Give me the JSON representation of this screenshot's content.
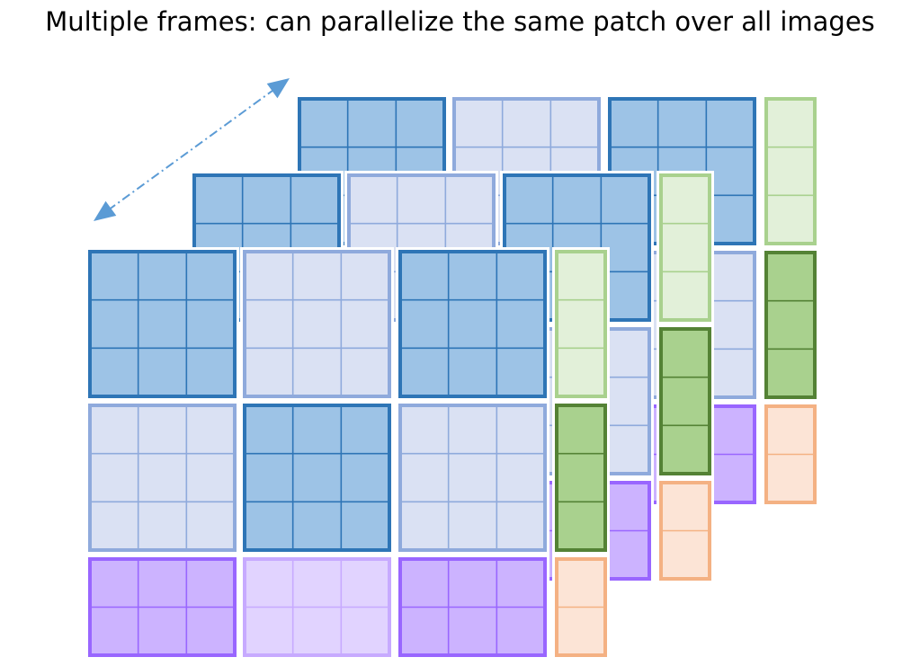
{
  "title": "Multiple frames: can parallelize the same patch over all images",
  "colors": {
    "blue_dark_border": "#2e75b6",
    "blue_dark_fill": "#9dc3e6",
    "blue_light_border": "#8faadc",
    "blue_light_fill": "#dae1f3",
    "green_light_border": "#a9d18e",
    "green_light_fill": "#e2f0d9",
    "green_dark_border": "#548235",
    "green_dark_fill": "#a9d18e",
    "purple_border": "#9966ff",
    "purple_fill": "#ccb3ff",
    "purple_light_border": "#c7aaff",
    "purple_light_fill": "#e1d3ff",
    "orange_border": "#f4b183",
    "orange_fill": "#fce4d6",
    "arrow": "#5b9bd5"
  },
  "frames": [
    {
      "name": "frame-back",
      "blocks": [
        {
          "kind": "blue_dark",
          "col": 0,
          "row": 0,
          "visible_rows": 3
        },
        {
          "kind": "blue_light",
          "col": 1,
          "row": 0,
          "visible_rows": 3
        },
        {
          "kind": "blue_dark",
          "col": 2,
          "row": 0,
          "visible_rows": 3
        },
        {
          "kind": "green_light",
          "col": 3,
          "row": 0,
          "visible_rows": 3
        },
        {
          "kind": "blue_light",
          "col": 2,
          "row": 1,
          "visible_rows": 3
        },
        {
          "kind": "green_dark",
          "col": 3,
          "row": 1,
          "visible_rows": 3
        },
        {
          "kind": "purple",
          "col": 2,
          "row": 2,
          "visible_rows": 2
        },
        {
          "kind": "orange",
          "col": 3,
          "row": 2,
          "visible_rows": 2
        }
      ]
    },
    {
      "name": "frame-middle",
      "blocks": [
        {
          "kind": "blue_dark",
          "col": 0,
          "row": 0,
          "visible_rows": 3
        },
        {
          "kind": "blue_light",
          "col": 1,
          "row": 0,
          "visible_rows": 3
        },
        {
          "kind": "blue_dark",
          "col": 2,
          "row": 0,
          "visible_rows": 3
        },
        {
          "kind": "green_light",
          "col": 3,
          "row": 0,
          "visible_rows": 3
        },
        {
          "kind": "blue_light",
          "col": 2,
          "row": 1,
          "visible_rows": 3
        },
        {
          "kind": "green_dark",
          "col": 3,
          "row": 1,
          "visible_rows": 3
        },
        {
          "kind": "purple",
          "col": 2,
          "row": 2,
          "visible_rows": 2
        },
        {
          "kind": "orange",
          "col": 3,
          "row": 2,
          "visible_rows": 2
        }
      ]
    },
    {
      "name": "frame-front",
      "blocks": [
        {
          "kind": "blue_dark",
          "col": 0,
          "row": 0,
          "visible_rows": 3
        },
        {
          "kind": "blue_light",
          "col": 1,
          "row": 0,
          "visible_rows": 3
        },
        {
          "kind": "blue_dark",
          "col": 2,
          "row": 0,
          "visible_rows": 3
        },
        {
          "kind": "green_light",
          "col": 3,
          "row": 0,
          "visible_rows": 3
        },
        {
          "kind": "blue_light",
          "col": 0,
          "row": 1,
          "visible_rows": 3
        },
        {
          "kind": "blue_dark",
          "col": 1,
          "row": 1,
          "visible_rows": 3
        },
        {
          "kind": "blue_light",
          "col": 2,
          "row": 1,
          "visible_rows": 3
        },
        {
          "kind": "green_dark",
          "col": 3,
          "row": 1,
          "visible_rows": 3
        },
        {
          "kind": "purple",
          "col": 0,
          "row": 2,
          "visible_rows": 2
        },
        {
          "kind": "purple_light",
          "col": 1,
          "row": 2,
          "visible_rows": 2
        },
        {
          "kind": "purple",
          "col": 2,
          "row": 2,
          "visible_rows": 2
        },
        {
          "kind": "orange",
          "col": 3,
          "row": 2,
          "visible_rows": 2
        }
      ]
    }
  ]
}
